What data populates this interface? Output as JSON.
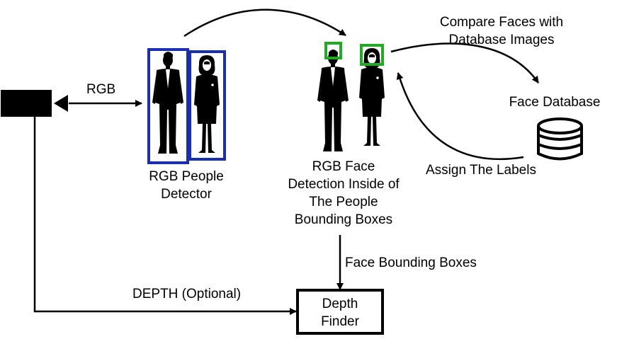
{
  "labels": {
    "rgb": "RGB",
    "rgb_people_detector": "RGB People\nDetector",
    "rgb_face_detection": "RGB Face\nDetection Inside of\nThe People\nBounding Boxes",
    "compare_faces": "Compare Faces with\nDatabase Images",
    "face_database": "Face Database",
    "assign_labels": "Assign The Labels",
    "face_bounding_boxes": "Face Bounding Boxes",
    "depth_optional": "DEPTH (Optional)",
    "depth_finder": "Depth\nFinder"
  },
  "colors": {
    "person_box": "#1a2fb0",
    "face_box": "#22aa22",
    "ink": "#000000"
  },
  "icons": {
    "camera": "camera-icon",
    "database": "database-icon",
    "person_man": "businessman-icon",
    "person_woman": "businesswoman-icon"
  }
}
